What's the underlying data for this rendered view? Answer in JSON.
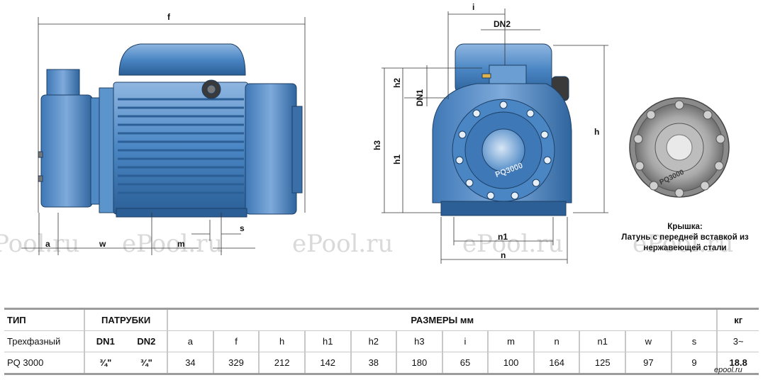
{
  "watermark": "ePool.ru",
  "dimension_labels": {
    "f": "f",
    "a": "a",
    "w": "w",
    "m": "m",
    "s": "s",
    "i": "i",
    "dn2": "DN2",
    "dn1": "DN1",
    "h2": "h2",
    "h1": "h1",
    "h3": "h3",
    "h": "h",
    "n1": "n1",
    "n": "n"
  },
  "pump_label": "PQ3000",
  "cover_caption": {
    "line1": "Крышка:",
    "line2": "Латунь с передней вставкой из",
    "line3": "нержавеющей стали"
  },
  "table": {
    "header": {
      "type": "ТИП",
      "ports": "ПАТРУБКИ",
      "dims": "РАЗМЕРЫ  мм",
      "weight": "кг"
    },
    "subheader": {
      "type": "Трехфазный",
      "dn1": "DN1",
      "dn2": "DN2",
      "cols": [
        "a",
        "f",
        "h",
        "h1",
        "h2",
        "h3",
        "i",
        "m",
        "n",
        "n1",
        "w",
        "s"
      ],
      "weight": "3~"
    },
    "row": {
      "model": "PQ 3000",
      "dn1": "¾\"",
      "dn2": "¾\"",
      "values": [
        "34",
        "329",
        "212",
        "142",
        "38",
        "180",
        "65",
        "100",
        "164",
        "125",
        "97",
        "9"
      ],
      "weight": "18.8"
    }
  },
  "brand": "epool.ru",
  "colors": {
    "pump_blue": "#4a86c4",
    "pump_dark": "#2b5f96",
    "pump_light": "#8fb6e0",
    "cover_grey": "#9a9a9a"
  }
}
